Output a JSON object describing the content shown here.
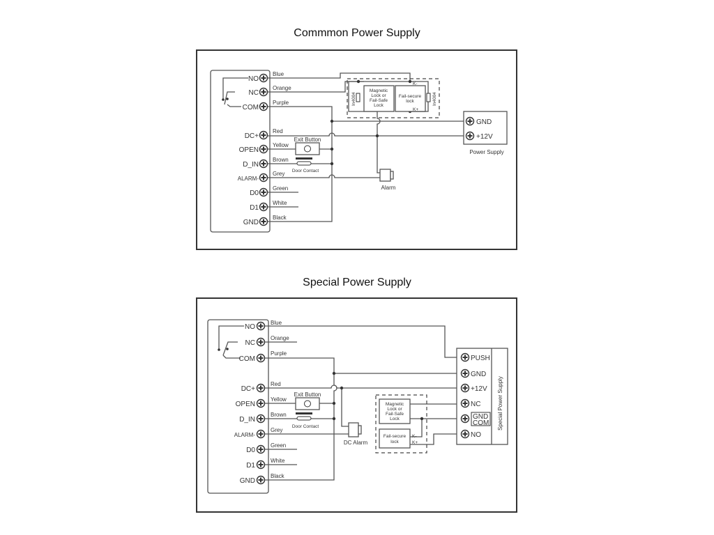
{
  "common": {
    "title": "Commmon Power Supply",
    "terminals": [
      "NO",
      "NC",
      "COM",
      "DC+",
      "OPEN",
      "D_IN",
      "ALARM-",
      "D0",
      "D1",
      "GND"
    ],
    "wires": [
      "Blue",
      "Orange",
      "Purple",
      "Red",
      "Yellow",
      "Brown",
      "Grey",
      "Green",
      "White",
      "Black"
    ],
    "exit_button": "Exit Button",
    "door_contact": "Door Contact",
    "alarm": "Alarm",
    "mag_lock": [
      "Magnetic",
      "Lock or",
      "Fail-Safe",
      "Lock"
    ],
    "fail_secure": [
      "Fail-secure",
      "lock"
    ],
    "diode": "In4004",
    "k_minus": "K-",
    "k_plus": "K+",
    "power_supply": "Power Supply",
    "ps_gnd": "GND",
    "ps_12v": "+12V"
  },
  "special": {
    "title": "Special Power Supply",
    "terminals": [
      "NO",
      "NC",
      "COM",
      "DC+",
      "OPEN",
      "D_IN",
      "ALARM-",
      "D0",
      "D1",
      "GND"
    ],
    "wires": [
      "Blue",
      "Orange",
      "Purple",
      "Red",
      "Yellow",
      "Brown",
      "Grey",
      "Green",
      "White",
      "Black"
    ],
    "exit_button": "Exit Button",
    "door_contact": "Door Contact",
    "alarm": "DC Alarm",
    "mag_lock": [
      "Magnetic",
      "Lock or",
      "Fail-Safe",
      "Lock"
    ],
    "fail_secure": [
      "Fail-secure",
      "lock"
    ],
    "k_minus": "K-",
    "k_plus": "K+",
    "power_supply": "Special Power Supply",
    "ps_terminals": [
      "PUSH",
      "GND",
      "+12V",
      "NC",
      "GND",
      "COM",
      "NO"
    ]
  }
}
